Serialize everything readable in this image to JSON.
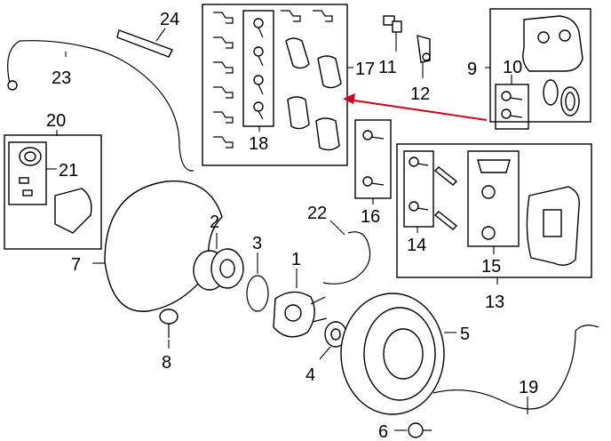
{
  "diagram": {
    "callouts": [
      "1",
      "2",
      "3",
      "4",
      "5",
      "6",
      "7",
      "8",
      "9",
      "10",
      "11",
      "12",
      "13",
      "14",
      "15",
      "16",
      "17",
      "18",
      "19",
      "20",
      "21",
      "22",
      "23",
      "24"
    ],
    "pointer_color": "#d0021b"
  }
}
